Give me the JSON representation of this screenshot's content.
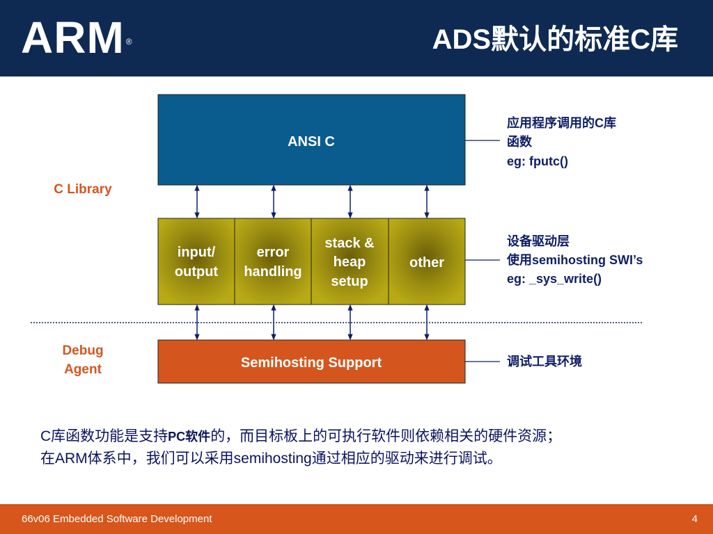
{
  "header": {
    "logo_text": "ARM",
    "logo_mark": "®",
    "title": "ADS默认的标准C库"
  },
  "diagram": {
    "ansi_c": "ANSI C",
    "modules": [
      {
        "line1": "input/",
        "line2": "output",
        "line3": ""
      },
      {
        "line1": "error",
        "line2": "handling",
        "line3": ""
      },
      {
        "line1": "stack &",
        "line2": "heap",
        "line3": "setup"
      },
      {
        "line1": "other",
        "line2": "",
        "line3": ""
      }
    ],
    "semihosting": "Semihosting Support",
    "c_library_label": "C Library",
    "debug_agent_label": {
      "line1": "Debug",
      "line2": "Agent"
    },
    "notes": {
      "ansi": {
        "line1": "应用程序调用的C库",
        "line2": "函数",
        "line3": "eg: fputc()"
      },
      "device": {
        "line1": "设备驱动层",
        "line2": "使用semihosting SWI’s",
        "line3": "eg: _sys_write()"
      },
      "debug": {
        "line1": "调试工具环境"
      }
    },
    "colors": {
      "ansi_box": "#0a5c8e",
      "module_box": "#b5a613",
      "semihosting_box": "#d4561e",
      "arrow": "#0f1f66"
    }
  },
  "body": {
    "line1_part1": "C库函数功能是支持",
    "line1_bold": "PC软件",
    "line1_part2": "的，而目标板上的可执行软件则依赖相关的硬件资源；",
    "line2": "在ARM体系中，我们可以采用semihosting通过相应的驱动来进行调试。"
  },
  "footer": {
    "left": "66v06 Embedded Software Development",
    "right": "4"
  }
}
